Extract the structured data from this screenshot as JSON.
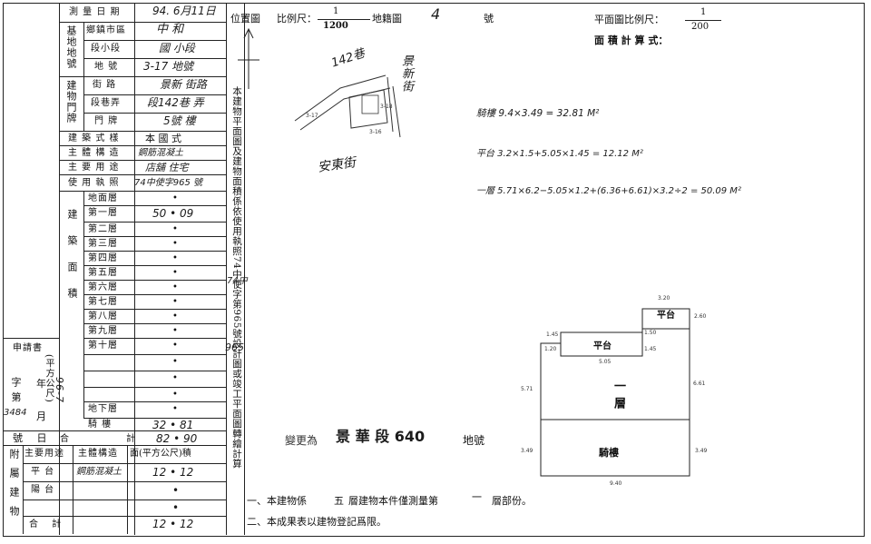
{
  "left_table": {
    "survey_date_label": "測 量 日 期",
    "survey_date_value": "94. 6月11日",
    "base_location_label": "基地地號",
    "city_label": "鄉鎮市區",
    "city_value": "中 和",
    "section_label": "段小段",
    "section_value": "國 小段",
    "lot_label": "地 號",
    "lot_value": "3-17 地號",
    "building_door_label": "建物門牌",
    "street_label": "街 路",
    "street_value": "景新 街路",
    "lane_label": "段巷弄",
    "lane_value": "段142巷 弄",
    "door_label": "門 牌",
    "door_value": "5號 樓",
    "style_label": "建 築 式 樣",
    "style_value": "本 國 式",
    "structure_label": "主 體 構 造",
    "structure_value": "鋼筋混凝土",
    "use_label": "主 要 用 途",
    "use_value": "店舖 住宅",
    "license_label": "使 用 執 照",
    "license_value": "74中使字965 號",
    "area_group_label": "建築面積",
    "area_unit_label": "(平方公尺)",
    "floors": [
      {
        "name": "地面層",
        "value": "•"
      },
      {
        "name": "第一層",
        "value": "50 • 09"
      },
      {
        "name": "第二層",
        "value": "•"
      },
      {
        "name": "第三層",
        "value": "•"
      },
      {
        "name": "第四層",
        "value": "•"
      },
      {
        "name": "第五層",
        "value": "•"
      },
      {
        "name": "第六層",
        "value": "•"
      },
      {
        "name": "第七層",
        "value": "•"
      },
      {
        "name": "第八層",
        "value": "•"
      },
      {
        "name": "第九層",
        "value": "•"
      },
      {
        "name": "第十層",
        "value": "•"
      },
      {
        "name": "",
        "value": "•"
      },
      {
        "name": "",
        "value": "•"
      },
      {
        "name": "",
        "value": "•"
      },
      {
        "name": "地下層",
        "value": "•"
      },
      {
        "name": "騎 樓",
        "value": "32 • 81"
      }
    ],
    "total_label": "合 計",
    "total_value": "82 • 90",
    "application_label": "申請書",
    "app_char_label": "字 第",
    "app_year_label": "年",
    "app_month_label": "月",
    "app_month_value": "3484",
    "app_hand_value": "96-7",
    "app_number_label": "號 日",
    "attached_label": "附屬建物",
    "attached_header_use": "主要用途",
    "attached_header_structure": "主體構造",
    "attached_header_area": "面(平方公尺)積",
    "attached_rows": [
      {
        "use": "平 台",
        "structure": "鋼筋混凝土",
        "area": "12 • 12"
      },
      {
        "use": "陽 台",
        "structure": "",
        "area": "•"
      },
      {
        "use": "",
        "structure": "",
        "area": "•"
      }
    ],
    "attached_total_label": "合 計",
    "attached_total_value": "12 • 12"
  },
  "middle_column": {
    "location_label": "位置圖",
    "scale_label": "比例尺：",
    "scale_num": "1",
    "scale_den": "1200",
    "plat_label": "地籍圖",
    "plat_value": "4",
    "number_label": "號",
    "vertical_note": "本建物平面圖及建物面積係依使用執照74中使字第965號設計圖或竣工平面圖轉繪計算",
    "vertical_hand": "74中",
    "vertical_hand_num": "965"
  },
  "sketch": {
    "lane_label": "142巷",
    "street_a": "景新街",
    "street_b": "安東街"
  },
  "plan": {
    "scale_label": "平面圖比例尺：",
    "scale_num": "1",
    "scale_den": "200",
    "calc_label": "面 積 計 算 式：",
    "calc_lines": [
      "騎樓 9.4×3.49 = 32.81 M²",
      "平台 3.2×1.5+5.05×1.45 = 12.12 M²",
      "一層 5.71×6.2−5.05×1.2+(6.36+6.61)×3.2÷2 = 50.09 M²"
    ],
    "label_platform": "平台",
    "label_first_floor": "一層",
    "label_arcade": "騎樓",
    "dims": [
      "3.20",
      "1.50",
      "1.45",
      "1.20",
      "1.45",
      "5.05",
      "5.71",
      "6.61",
      "3.49",
      "3.49",
      "9.40",
      "2.60"
    ]
  },
  "stamp": {
    "line1": "變更為",
    "line2": "景 華 段 640",
    "line3": "地號"
  },
  "footer": {
    "note1_prefix": "一、本建物係",
    "note1_floors": "五",
    "note1_mid": "層建物本件僅測量第",
    "note1_floor": "一",
    "note1_suffix": "層部份。",
    "note2": "二、本成果表以建物登記爲限。"
  }
}
